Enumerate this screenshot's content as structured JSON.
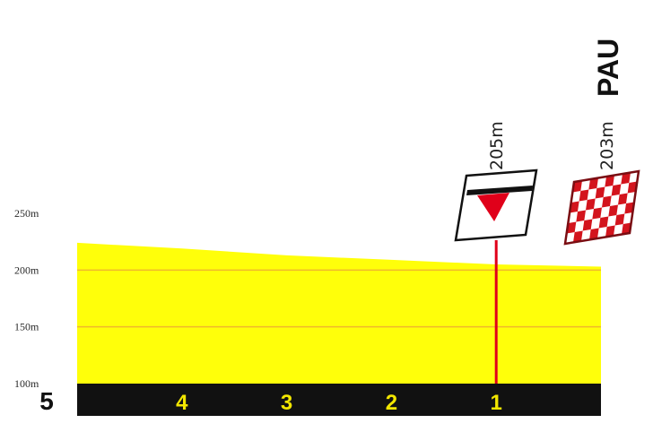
{
  "chart_data": {
    "type": "area",
    "x": [
      5,
      4,
      3,
      2,
      1,
      0
    ],
    "y": [
      224,
      219,
      213,
      209,
      205,
      203
    ],
    "xlim": [
      5,
      0
    ],
    "ylim": [
      100,
      250
    ],
    "yticks": [
      "250m",
      "200m",
      "150m",
      "100m"
    ],
    "ytick_values": [
      250,
      200,
      150,
      100
    ],
    "km_marks": [
      "5",
      "4",
      "3",
      "2",
      "1"
    ],
    "km_values": [
      5,
      4,
      3,
      2,
      1
    ],
    "grid": true,
    "flamme_rouge": {
      "km": 1,
      "elevation_label": "205m"
    },
    "finish": {
      "city": "PAU",
      "elevation_label": "203m"
    }
  },
  "colors": {
    "profile_fill": "#ffff0a",
    "gridline": "#f0b82b",
    "axis_bar": "#111111",
    "km_text": "#f2e600",
    "flamme_rouge": "#e0001a"
  },
  "icons": {
    "flamme_rouge": "red-triangle-banner-icon",
    "finish": "checkered-flag-icon"
  }
}
